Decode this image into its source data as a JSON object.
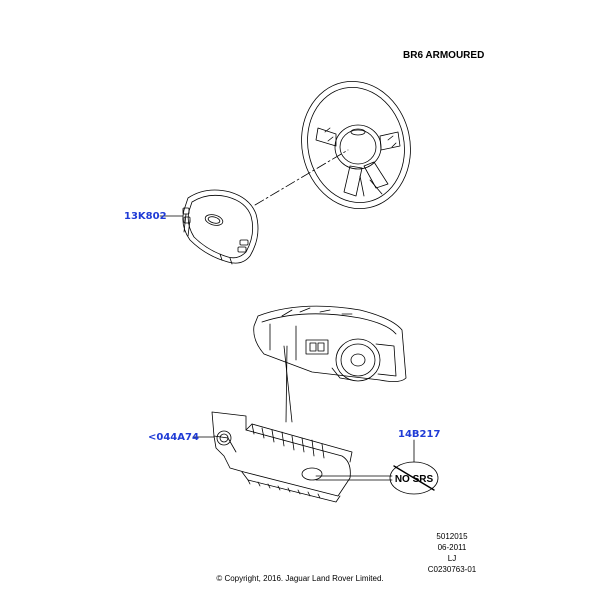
{
  "header": {
    "title": "BR6 ARMOURED"
  },
  "callouts": {
    "steering_pad": "13K802",
    "passenger_airbag": "<044A74",
    "no_srs_label": "14B217"
  },
  "label_sticker": {
    "text": "NO SRS"
  },
  "footer": {
    "code1": "5012015",
    "code2": "06-2011",
    "code3": "LJ",
    "code4": "C0230763-01",
    "copyright": "© Copyright, 2016. Jaguar Land Rover Limited."
  },
  "colors": {
    "callout": "#1f3bd6",
    "line": "#000000"
  }
}
